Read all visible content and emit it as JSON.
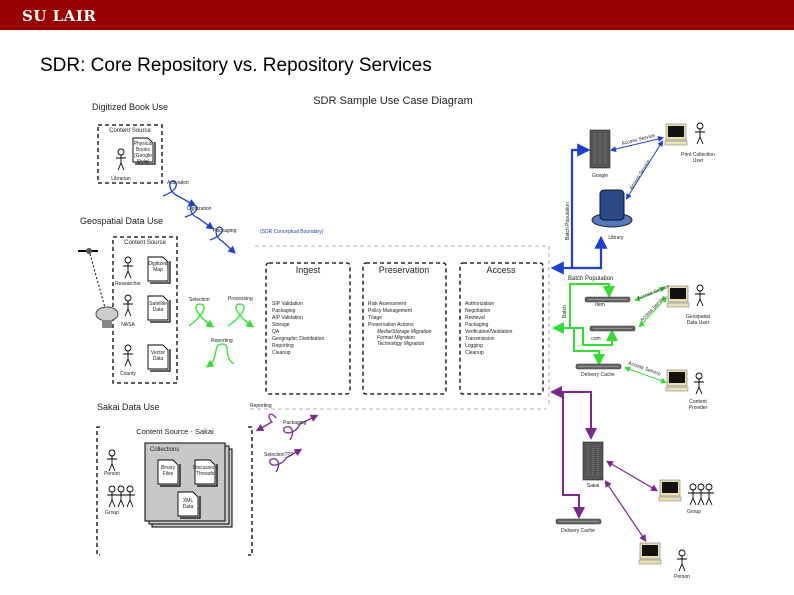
{
  "header": {
    "logo": "SU LAIR",
    "logo_color": "#990000"
  },
  "slide_title": "SDR: Core Repository vs. Repository Services",
  "diagram": {
    "title": "SDR Sample Use Case Diagram",
    "boundary_label": "(SDR Conceptual Boundary)",
    "digitized_book": {
      "heading": "Digitized Book Use",
      "content_source": "Content Source",
      "document": [
        "Physical",
        "Books",
        "(Google",
        "Style)"
      ],
      "actor": "Librarian",
      "processes": [
        "Activation",
        "Digitization",
        "Packaging"
      ]
    },
    "geospatial": {
      "heading": "Geospatial Data Use",
      "content_source": "Content Source",
      "actors": [
        "Researcher",
        "NASA",
        "County"
      ],
      "documents": [
        [
          "Digitized",
          "Map"
        ],
        [
          "Satellite",
          "Data"
        ],
        [
          "Vector",
          "Data"
        ]
      ],
      "processes": [
        "Selection",
        "Processing",
        "Reporting"
      ]
    },
    "sakai": {
      "heading": "Sakai Data Use",
      "content_source": "Content Source - Sakai",
      "collections": "Collections",
      "documents": [
        [
          "Binary",
          "Files"
        ],
        [
          "Discussion",
          "Threads"
        ],
        [
          "XML",
          "Data"
        ]
      ],
      "actors": [
        "Person",
        "Group"
      ],
      "processes": [
        "Reporting",
        "Packaging",
        "Selection???"
      ]
    },
    "core": [
      {
        "title": "Ingest",
        "items": [
          "SIP Validation",
          "Packaging",
          "AIP Validation",
          "Storage",
          "QA",
          "Geographic Distribution",
          "Reporting",
          "Cleanup"
        ],
        "sub": []
      },
      {
        "title": "Preservation",
        "items": [
          "Risk Assessment",
          "Policy Management",
          "Triage",
          "Preservation Actions"
        ],
        "sub": [
          "Media/Storage Migration",
          "Format Migration",
          "Technology Migration"
        ]
      },
      {
        "title": "Access",
        "items": [
          "Authorization",
          "Negotiation",
          "Retrieval",
          "Packaging",
          "Verification/Validation",
          "Transmission",
          "Logging",
          "Cleanup"
        ],
        "sub": []
      }
    ],
    "services": {
      "google": "Google",
      "library": "Library",
      "print_user": [
        "Print Collection",
        "User"
      ],
      "batch_population": "Batch Population",
      "batch": "Batch",
      "access_service": "Access Service",
      "item": "Item",
      "com": "com",
      "delivery_cache": "Delivery Cache",
      "geo_user": [
        "Geospatial",
        "Data User"
      ],
      "content_provider": [
        "Content",
        "Provider"
      ],
      "sakai": "Sakai",
      "group": "Group",
      "person": "Person"
    },
    "colors": {
      "blue": "#1f3fd1",
      "green": "#33dd33",
      "purple": "#7a2a8c",
      "boundary": "#2244aa"
    }
  }
}
